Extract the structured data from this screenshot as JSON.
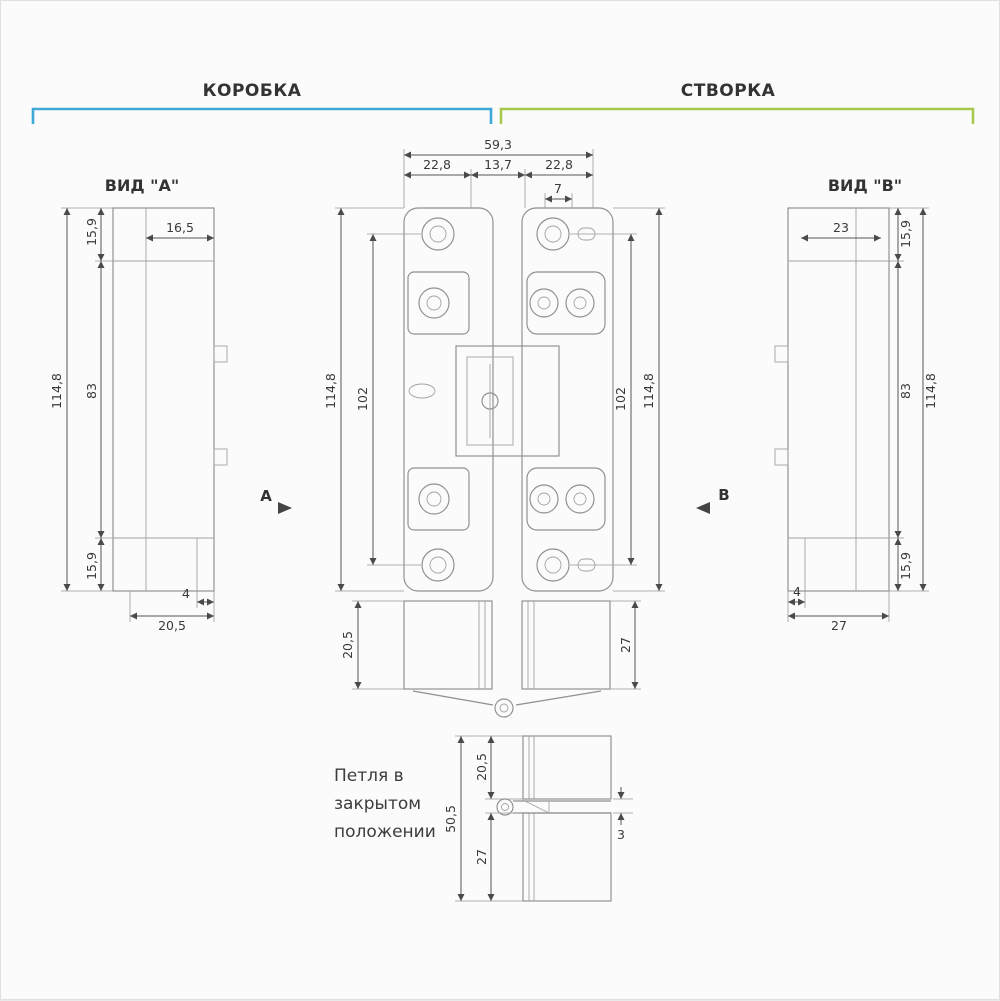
{
  "colors": {
    "korobka": "#3fa8d8",
    "stvorka": "#a6c84e"
  },
  "header": {
    "korobka": "КОРОБКА",
    "stvorka": "СТВОРКА"
  },
  "view_a": {
    "title": "ВИД \"А\"",
    "d159_top": "15,9",
    "d165": "16,5",
    "d1148": "114,8",
    "d83": "83",
    "d159_bot": "15,9",
    "d4": "4",
    "d205": "20,5"
  },
  "front": {
    "d593": "59,3",
    "d228_left": "22,8",
    "d137": "13,7",
    "d228_right": "22,8",
    "d7": "7",
    "d1148_left": "114,8",
    "d102_left": "102",
    "d102_right": "102",
    "d1148_right": "114,8",
    "arrow_a": "А",
    "arrow_b": "В"
  },
  "view_b": {
    "title": "ВИД \"В\"",
    "d23": "23",
    "d159_top": "15,9",
    "d83": "83",
    "d1148": "114,8",
    "d159_bot": "15,9",
    "d4": "4",
    "d27": "27"
  },
  "open_top": {
    "d205": "20,5",
    "d27": "27"
  },
  "closed": {
    "caption1": "Петля в",
    "caption2": "закрытом",
    "caption3": "положении",
    "d505": "50,5",
    "d205": "20,5",
    "d27": "27",
    "d3": "3"
  }
}
